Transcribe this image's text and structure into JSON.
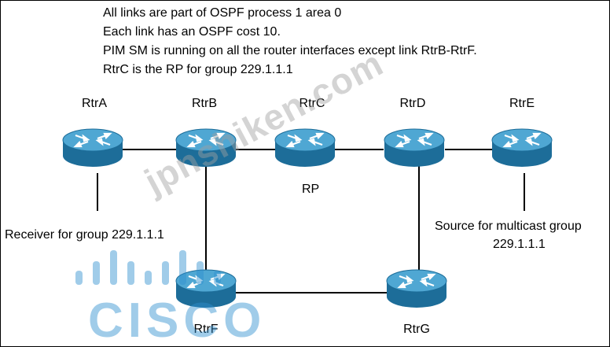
{
  "notes": [
    "All links are part of OSPF process 1 area 0",
    "Each link has an OSPF cost 10.",
    "PIM SM is running on all the router interfaces except link RtrB-RtrF.",
    "RtrC is the RP for group 229.1.1.1"
  ],
  "routers": {
    "a": "RtrA",
    "b": "RtrB",
    "c": "RtrC",
    "d": "RtrD",
    "e": "RtrE",
    "f": "RtrF",
    "g": "RtrG"
  },
  "rp_label": "RP",
  "receiver_label": "Receiver for group 229.1.1.1",
  "source_label_line1": "Source for multicast group",
  "source_label_line2": "229.1.1.1",
  "watermark": "jpnshiken.com",
  "logo_text": "CISCO",
  "colors": {
    "router_top": "#4fa7d3",
    "router_side": "#1d6d99",
    "link": "#000000",
    "logo": "#2f8fcf"
  },
  "icons": {
    "router": "router-icon"
  }
}
